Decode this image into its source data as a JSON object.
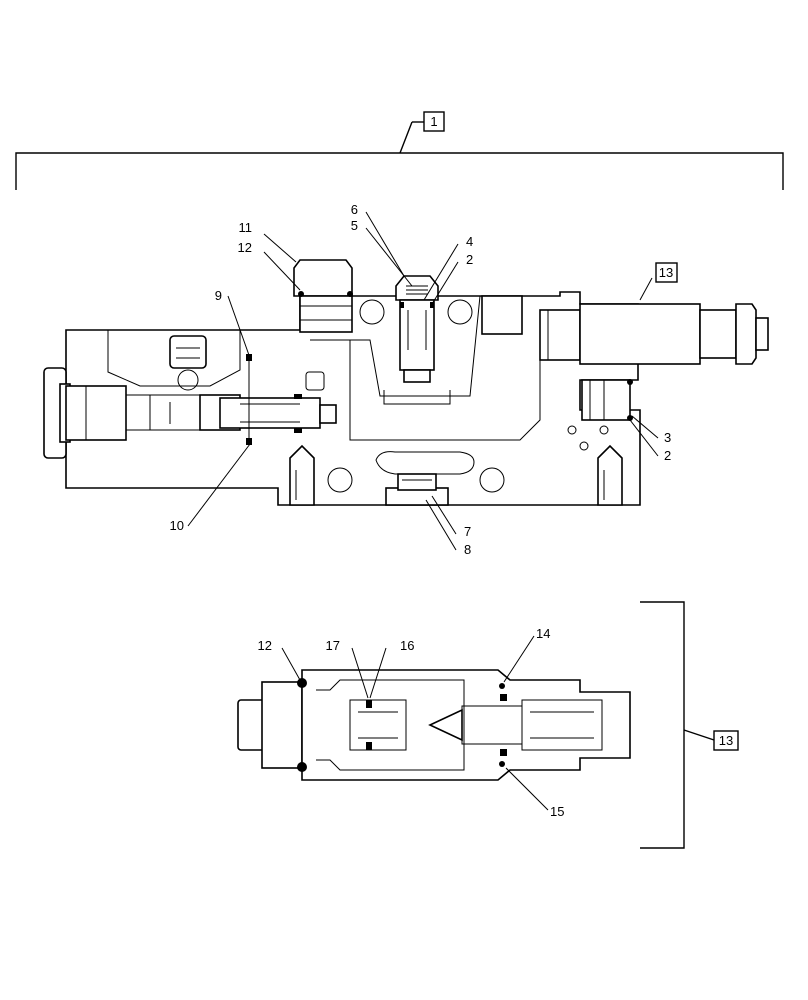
{
  "callouts": {
    "c1": "1",
    "c2a": "2",
    "c2b": "2",
    "c3": "3",
    "c4": "4",
    "c5": "5",
    "c6": "6",
    "c7": "7",
    "c8": "8",
    "c9": "9",
    "c10": "10",
    "c11": "11",
    "c12a": "12",
    "c12b": "12",
    "c13a": "13",
    "c13b": "13",
    "c14": "14",
    "c15": "15",
    "c16": "16",
    "c17": "17"
  }
}
